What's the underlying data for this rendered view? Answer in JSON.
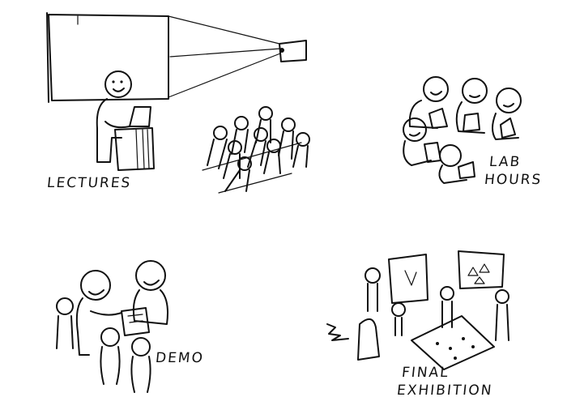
{
  "labels": {
    "lectures": "LECTURES",
    "lab_line1": "LAB",
    "lab_line2": "HOURS",
    "demo": "DEMO",
    "final_line1": "FINAL",
    "final_line2": "EXHIBITION"
  }
}
